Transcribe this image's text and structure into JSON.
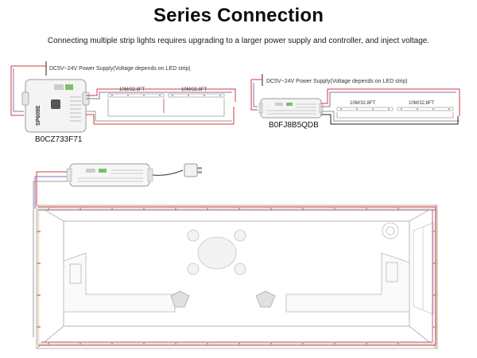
{
  "header": {
    "title": "Series Connection",
    "subtitle": "Connecting multiple strip lights requires upgrading to a larger power supply and controller, and inject voltage."
  },
  "left_diagram": {
    "power_label": "DC5V~24V Power Supply(Voltage depends on LED strip)",
    "strip_1_label": "10M/32.8FT",
    "strip_2_label": "10M/32.8FT",
    "controller_brand": "SP608E",
    "model_number": "B0CZ733F71"
  },
  "right_diagram": {
    "power_label": "DC5V~24V Power Supply(Voltage depends on LED strip)",
    "strip_1_label": "10M/32.8FT",
    "strip_2_label": "10M/32.8FT",
    "model_number": "B0FJ8B5QDB"
  },
  "colors": {
    "wire_red": "#d93a3a",
    "wire_purple": "#8a6fb3",
    "wire_black": "#222222",
    "strip_led": "#c9a877",
    "outline": "#9a9a9a"
  }
}
